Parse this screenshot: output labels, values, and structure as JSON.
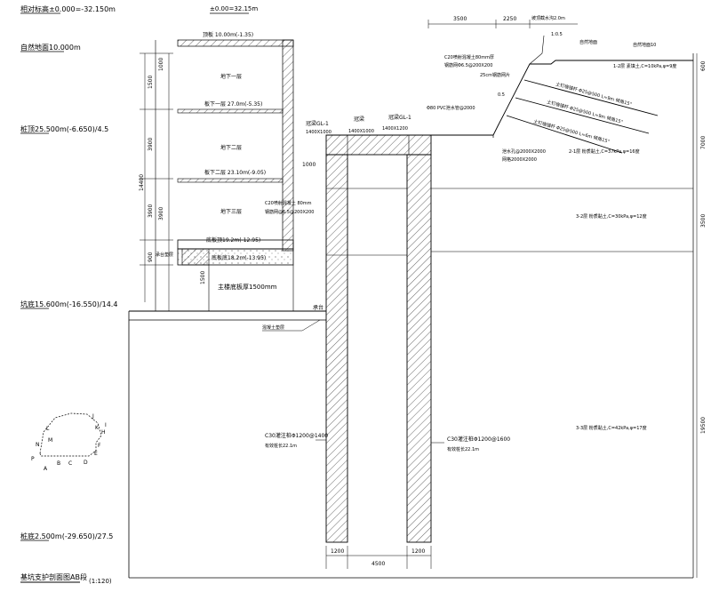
{
  "left_labels": {
    "datum": "相对标高±0.000=-32.150m",
    "ground_level": "自然地面10.000m",
    "pile_top": "桩顶25.500m(-6.650)/4.5",
    "excavation_bottom": "坑底15.600m(-16.550)/14.4",
    "pile_bottom": "桩底2.500m(-29.650)/27.5",
    "drawing_title": "基坑支护剖面图AB段",
    "scale": "(1:120)"
  },
  "top_labels": {
    "elevation": "±0.00=32.15m",
    "slope_width_1": "3500",
    "slope_width_2": "2250",
    "slope_note": "坡顶截水沟2.0m",
    "slope_mark": "1:0.5",
    "slope_ground": "自然地面",
    "ground_label": "自然地面10"
  },
  "building": {
    "roof": "顶板 10.00m(-1.35)",
    "floor1": "地下一层",
    "slab1": "板下一层 27.0m(-5.35)",
    "floor2": "地下二层",
    "slab2": "板下二层 23.10m(-9.05)",
    "floor3": "地下三层",
    "slab3": "底板顶19.2m(-12.95)",
    "slab_bottom": "底板底18.2m(-13.95)",
    "column_note": "主楼底板厚1500mm",
    "dims_left": [
      "1000",
      "1500",
      "3900",
      "3900",
      "3900",
      "900",
      "1500"
    ],
    "total_dim": "14400",
    "side_mark": "1000",
    "pad_note": "承台垫层"
  },
  "beams": {
    "beam_left": "冠梁GL-1",
    "beam_left_size": "1400X1000",
    "beam_mid": "冠梁",
    "beam_mid_size": "1400X1000",
    "beam_right": "冠梁GL-1",
    "beam_right_size": "1400X1200",
    "anchor_note": "C20喷射混凝土 80mm",
    "anchor_note2": "钢筋网@6.5@200X200",
    "cap": "承台",
    "blind_layer": "混凝土垫层"
  },
  "piles": {
    "pile1_spec": "C30灌注桩Φ1200@1400",
    "pile1_len": "有效桩长22.1m",
    "pile2_spec": "C30灌注桩Φ1200@1600",
    "pile2_len": "有效桩长22.1m",
    "width1": "1200",
    "spacing": "4500",
    "width2": "1200"
  },
  "slope": {
    "mesh_note": "C20喷射混凝土80mm厚",
    "mesh_note2": "钢筋网Φ6.5@200X200",
    "mesh_note3": "25cm钢筋网片",
    "nail1": "土钉墙锚杆 Φ25@500 L=9m 倾角15°",
    "nail2": "土钉墙锚杆 Φ25@500 L=9m 倾角15°",
    "nail3": "土钉墙锚杆 Φ25@500 L=6m 倾角15°",
    "pvc": "Φ80 PVC泄水管@2000",
    "drain": "泄水孔@2000X2000",
    "drain2": "网格2000X2000"
  },
  "soil_layers": {
    "layer1": "1-2层 素填土,C=10kPa,φ=9度",
    "layer2": "2-1层 粉质黏土,C=37kPa,φ=16度",
    "layer3": "3-2层 粉质黏土,C=30kPa,φ=12度",
    "layer4": "3-3层 粉质黏土,C=42kPa,φ=17度"
  },
  "right_dims": [
    "600",
    "7000",
    "3500",
    "19500"
  ],
  "key_plan": {
    "letters": [
      "A",
      "B",
      "C",
      "D",
      "E",
      "F",
      "H",
      "I",
      "J",
      "K",
      "L",
      "M",
      "N",
      "P"
    ]
  }
}
